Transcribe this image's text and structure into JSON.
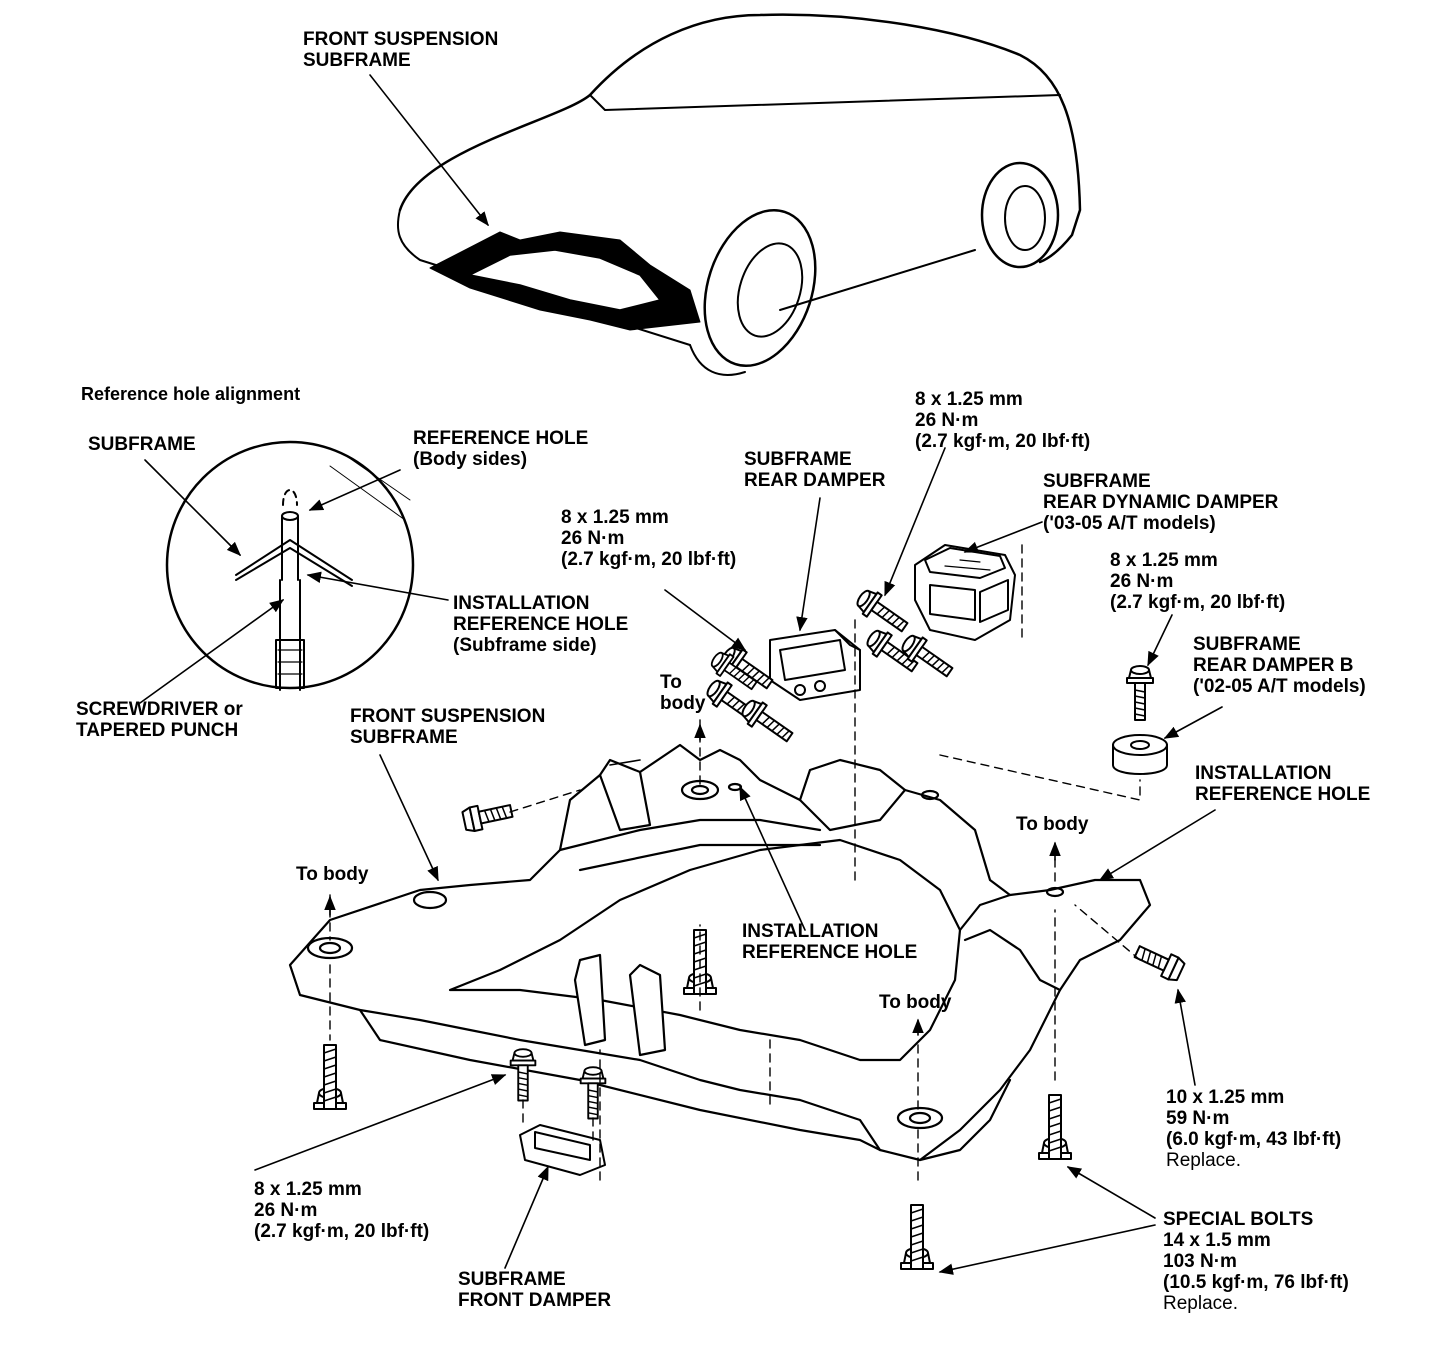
{
  "labels": {
    "top_subframe": [
      "FRONT SUSPENSION",
      "SUBFRAME"
    ],
    "ref_align_title": "Reference hole alignment",
    "subframe": "SUBFRAME",
    "reference_hole": [
      "REFERENCE HOLE",
      "(Body sides)"
    ],
    "inst_ref_hole_subframe_side": [
      "INSTALLATION",
      "REFERENCE HOLE",
      "(Subframe side)"
    ],
    "screwdriver": [
      "SCREWDRIVER or",
      "TAPERED PUNCH"
    ],
    "subframe_rear_damper": [
      "SUBFRAME",
      "REAR DAMPER"
    ],
    "bolt_spec_rear_damper": [
      "8 x 1.25 mm",
      "26 N·m",
      "(2.7 kgf·m, 20 lbf·ft)"
    ],
    "bolt_spec_dynamic": [
      "8 x 1.25 mm",
      "26 N·m",
      "(2.7 kgf·m, 20 lbf·ft)"
    ],
    "dynamic_damper": [
      "SUBFRAME",
      "REAR DYNAMIC DAMPER",
      "('03-05 A/T models)"
    ],
    "bolt_spec_damper_b": [
      "8 x 1.25 mm",
      "26 N·m",
      "(2.7 kgf·m, 20 lbf·ft)"
    ],
    "damper_b": [
      "SUBFRAME",
      "REAR DAMPER B",
      "('02-05 A/T models)"
    ],
    "to_body_upper": [
      "To",
      "body"
    ],
    "front_subframe_mid": [
      "FRONT SUSPENSION",
      "SUBFRAME"
    ],
    "inst_ref_hole_right": [
      "INSTALLATION",
      "REFERENCE HOLE"
    ],
    "to_body_right": "To body",
    "to_body_left": "To body",
    "inst_ref_hole_center": [
      "INSTALLATION",
      "REFERENCE HOLE"
    ],
    "to_body_bottom": "To body",
    "bolt_spec_10": [
      "10 x 1.25 mm",
      "59 N·m",
      "(6.0 kgf·m, 43 lbf·ft)"
    ],
    "replace_1": "Replace.",
    "bolt_spec_front_damper": [
      "8 x 1.25 mm",
      "26 N·m",
      "(2.7 kgf·m, 20 lbf·ft)"
    ],
    "subframe_front_damper": [
      "SUBFRAME",
      "FRONT DAMPER"
    ],
    "special_bolts": [
      "SPECIAL BOLTS",
      "14 x 1.5 mm",
      "103 N·m",
      "(10.5 kgf·m, 76 lbf·ft)"
    ],
    "replace_2": "Replace."
  },
  "colors": {
    "line": "#000000",
    "background": "#ffffff"
  }
}
